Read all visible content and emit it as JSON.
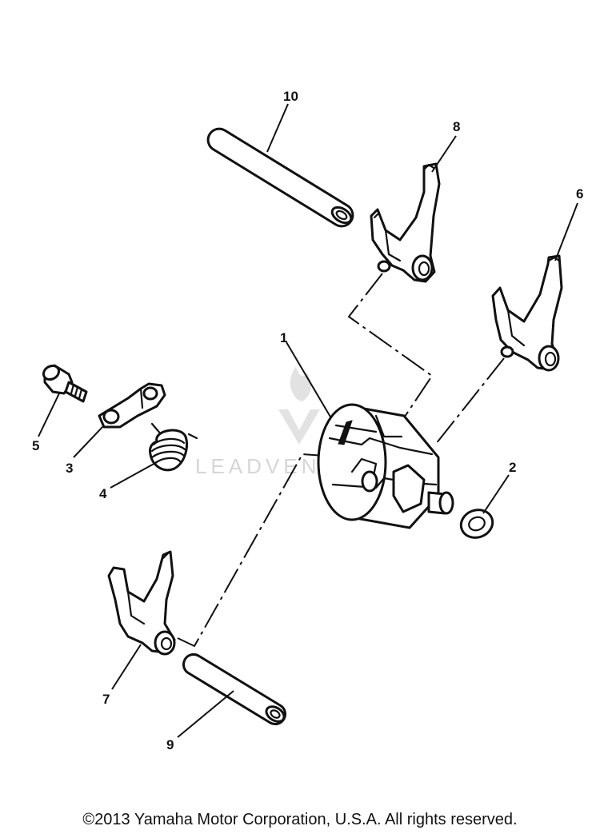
{
  "callouts": {
    "n1": "1",
    "n2": "2",
    "n3": "3",
    "n4": "4",
    "n5": "5",
    "n6": "6",
    "n7": "7",
    "n8": "8",
    "n9": "9",
    "n10": "10"
  },
  "watermark": {
    "text": "LEADVENTURE"
  },
  "footer": {
    "copyright": "©2013 Yamaha Motor Corporation, U.S.A. All rights reserved."
  },
  "colors": {
    "line": "#111111",
    "background": "#ffffff",
    "watermark": "#d6d6d6"
  }
}
